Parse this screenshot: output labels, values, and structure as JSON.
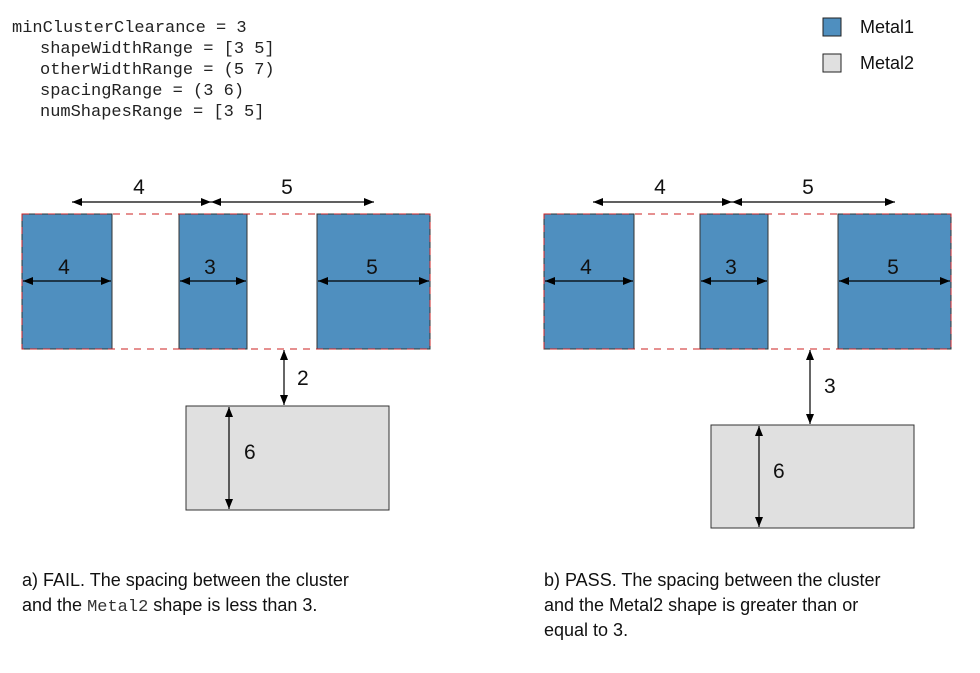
{
  "params": {
    "line1": "minClusterClearance = 3",
    "line2": "shapeWidthRange = [3 5]",
    "line3": "otherWidthRange = (5 7)",
    "line4": "spacingRange = (3 6)",
    "line5": "numShapesRange = [3 5]"
  },
  "legend": {
    "metal1": "Metal1",
    "metal2": "Metal2",
    "metal1_color": "#4f8fbf",
    "metal2_color": "#e0e0e0"
  },
  "fail": {
    "spacing_top_left": "4",
    "spacing_top_right": "5",
    "width_a": "4",
    "width_b": "3",
    "width_c": "5",
    "clearance": "2",
    "metal2_height": "6",
    "caption_line1": "a) FAIL. The spacing between the cluster",
    "caption_line2_pre": "and the ",
    "caption_line2_code": "Metal2",
    "caption_line2_post": " shape is less than 3."
  },
  "pass": {
    "spacing_top_left": "4",
    "spacing_top_right": "5",
    "width_a": "4",
    "width_b": "3",
    "width_c": "5",
    "clearance": "3",
    "metal2_height": "6",
    "caption_line1": "b) PASS. The spacing between the cluster",
    "caption_line2": "and the Metal2 shape is greater than or",
    "caption_line3": "equal to 3."
  }
}
